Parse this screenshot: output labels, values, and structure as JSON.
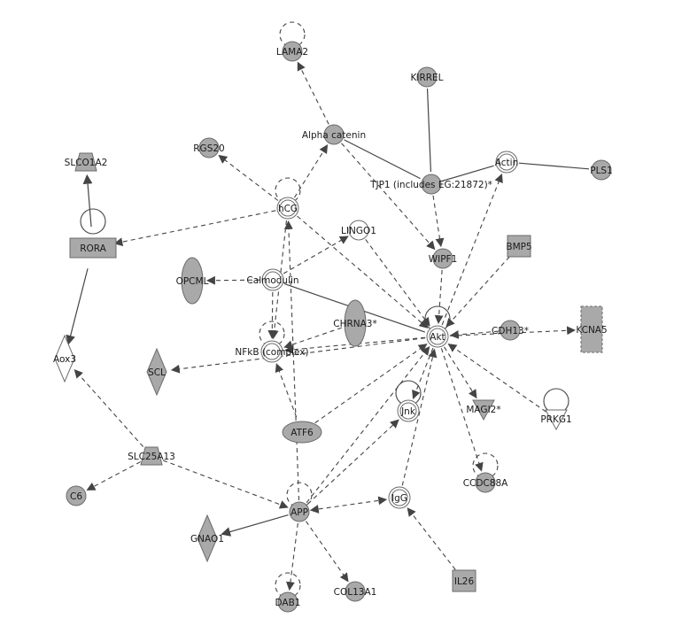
{
  "nodes": [
    {
      "id": "LAMA2",
      "label": "LAMA2",
      "shape": "circle",
      "fill": "#a9a9a9"
    },
    {
      "id": "KIRREL",
      "label": "KIRREL",
      "shape": "circle",
      "fill": "#a9a9a9"
    },
    {
      "id": "Alpha catenin",
      "label": "Alpha catenin",
      "shape": "circle",
      "fill": "#a9a9a9"
    },
    {
      "id": "RGS20",
      "label": "RGS20",
      "shape": "circle",
      "fill": "#a9a9a9"
    },
    {
      "id": "SLCO1A2",
      "label": "SLCO1A2",
      "shape": "trapezoid",
      "fill": "#a9a9a9"
    },
    {
      "id": "hCG",
      "label": "hCG",
      "shape": "double-circle",
      "fill": "#ffffff"
    },
    {
      "id": "TJP1",
      "label": "TJP1 (includes EG:21872)*",
      "shape": "circle",
      "fill": "#a9a9a9"
    },
    {
      "id": "Actin",
      "label": "Actin",
      "shape": "double-circle",
      "fill": "#ffffff"
    },
    {
      "id": "PLS1",
      "label": "PLS1",
      "shape": "circle",
      "fill": "#a9a9a9"
    },
    {
      "id": "RORA",
      "label": "RORA",
      "shape": "rect",
      "fill": "#a9a9a9"
    },
    {
      "id": "LINGO1",
      "label": "LINGO1",
      "shape": "circle",
      "fill": "#ffffff"
    },
    {
      "id": "BMP5",
      "label": "BMP5",
      "shape": "square",
      "fill": "#a9a9a9"
    },
    {
      "id": "WIPF1",
      "label": "WIPF1",
      "shape": "circle",
      "fill": "#a9a9a9"
    },
    {
      "id": "OPCML",
      "label": "OPCML",
      "shape": "ellipse-v",
      "fill": "#a9a9a9"
    },
    {
      "id": "Calmodulin",
      "label": "Calmodulin",
      "shape": "double-circle",
      "fill": "#ffffff"
    },
    {
      "id": "CHRNA3",
      "label": "CHRNA3*",
      "shape": "ellipse-v",
      "fill": "#a9a9a9"
    },
    {
      "id": "Akt",
      "label": "Akt",
      "shape": "double-circle",
      "fill": "#ffffff"
    },
    {
      "id": "CDH13",
      "label": "CDH13*",
      "shape": "circle",
      "fill": "#a9a9a9"
    },
    {
      "id": "KCNA5",
      "label": "KCNA5",
      "shape": "rect-v",
      "fill": "#a9a9a9"
    },
    {
      "id": "Aox3",
      "label": "Aox3",
      "shape": "diamond",
      "fill": "#ffffff"
    },
    {
      "id": "NFkB",
      "label": "NFkB (complex)",
      "shape": "double-circle",
      "fill": "#ffffff"
    },
    {
      "id": "SCL",
      "label": "SCL",
      "shape": "diamond",
      "fill": "#a9a9a9"
    },
    {
      "id": "Jnk",
      "label": "Jnk",
      "shape": "double-circle",
      "fill": "#ffffff"
    },
    {
      "id": "MAGI2",
      "label": "MAGI2*",
      "shape": "triangle-down",
      "fill": "#a9a9a9"
    },
    {
      "id": "PRKG1",
      "label": "PRKG1",
      "shape": "triangle-down",
      "fill": "#ffffff"
    },
    {
      "id": "ATF6",
      "label": "ATF6",
      "shape": "ellipse-h",
      "fill": "#a9a9a9"
    },
    {
      "id": "SLC25A13",
      "label": "SLC25A13",
      "shape": "trapezoid",
      "fill": "#a9a9a9"
    },
    {
      "id": "CCDC88A",
      "label": "CCDC88A",
      "shape": "circle",
      "fill": "#a9a9a9"
    },
    {
      "id": "C6",
      "label": "C6",
      "shape": "circle",
      "fill": "#a9a9a9"
    },
    {
      "id": "APP",
      "label": "APP",
      "shape": "circle",
      "fill": "#a9a9a9"
    },
    {
      "id": "IgG",
      "label": "IgG",
      "shape": "double-circle",
      "fill": "#ffffff"
    },
    {
      "id": "GNAO1",
      "label": "GNAO1",
      "shape": "diamond",
      "fill": "#a9a9a9"
    },
    {
      "id": "IL26",
      "label": "IL26",
      "shape": "square",
      "fill": "#a9a9a9"
    },
    {
      "id": "DAB1",
      "label": "DAB1",
      "shape": "circle",
      "fill": "#a9a9a9"
    },
    {
      "id": "COL13A1",
      "label": "COL13A1",
      "shape": "circle",
      "fill": "#a9a9a9"
    }
  ],
  "edges": [
    {
      "from": "Alpha catenin",
      "to": "LAMA2",
      "style": "dashed",
      "arrow": true
    },
    {
      "from": "KIRREL",
      "to": "TJP1",
      "style": "solid",
      "arrow": false
    },
    {
      "from": "Alpha catenin",
      "to": "TJP1",
      "style": "solid",
      "arrow": false
    },
    {
      "from": "Alpha catenin",
      "to": "WIPF1",
      "style": "dashed",
      "arrow": true
    },
    {
      "from": "TJP1",
      "to": "Actin",
      "style": "solid",
      "arrow": false
    },
    {
      "from": "Actin",
      "to": "PLS1",
      "style": "solid",
      "arrow": false
    },
    {
      "from": "TJP1",
      "to": "WIPF1",
      "style": "dashed",
      "arrow": true
    },
    {
      "from": "hCG",
      "to": "RGS20",
      "style": "dashed",
      "arrow": true
    },
    {
      "from": "hCG",
      "to": "Alpha catenin",
      "style": "dashed",
      "arrow": true
    },
    {
      "from": "hCG",
      "to": "RORA",
      "style": "dashed",
      "arrow": true
    },
    {
      "from": "hCG",
      "to": "NFkB",
      "style": "dashed",
      "arrow": true
    },
    {
      "from": "hCG",
      "to": "Akt",
      "style": "dashed",
      "arrow": true
    },
    {
      "from": "RORA",
      "to": "SLCO1A2",
      "style": "solid",
      "arrow": true
    },
    {
      "from": "RORA",
      "to": "Aox3",
      "style": "solid",
      "arrow": true
    },
    {
      "from": "Calmodulin",
      "to": "LINGO1",
      "style": "dashed",
      "arrow": true
    },
    {
      "from": "Calmodulin",
      "to": "OPCML",
      "style": "dashed",
      "arrow": true
    },
    {
      "from": "Calmodulin",
      "to": "NFkB",
      "style": "dashed",
      "arrow": true
    },
    {
      "from": "Calmodulin",
      "to": "Akt",
      "style": "solid",
      "arrow": false
    },
    {
      "from": "LINGO1",
      "to": "Akt",
      "style": "dashed",
      "arrow": true
    },
    {
      "from": "WIPF1",
      "to": "Akt",
      "style": "dashed",
      "arrow": true
    },
    {
      "from": "Akt",
      "to": "Actin",
      "style": "dashed",
      "arrow": true
    },
    {
      "from": "BMP5",
      "to": "Akt",
      "style": "dashed",
      "arrow": true
    },
    {
      "from": "CHRNA3",
      "to": "NFkB",
      "style": "dashed",
      "arrow": true
    },
    {
      "from": "CDH13",
      "to": "Akt",
      "style": "dashed",
      "arrow": true
    },
    {
      "from": "Akt",
      "to": "KCNA5",
      "style": "dashed",
      "arrow": true
    },
    {
      "from": "Akt",
      "to": "NFkB",
      "style": "dashed",
      "arrow": true
    },
    {
      "from": "Akt",
      "to": "SCL",
      "style": "dashed",
      "arrow": true
    },
    {
      "from": "Akt",
      "to": "Jnk",
      "style": "dashed",
      "arrow": true
    },
    {
      "from": "Akt",
      "to": "MAGI2",
      "style": "dashed",
      "arrow": true
    },
    {
      "from": "PRKG1",
      "to": "Akt",
      "style": "dashed",
      "arrow": true
    },
    {
      "from": "Akt",
      "to": "CCDC88A",
      "style": "dashed",
      "arrow": true
    },
    {
      "from": "ATF6",
      "to": "Akt",
      "style": "dashed",
      "arrow": true
    },
    {
      "from": "ATF6",
      "to": "NFkB",
      "style": "dashed",
      "arrow": true
    },
    {
      "from": "APP",
      "to": "Akt",
      "style": "dashed",
      "arrow": true
    },
    {
      "from": "APP",
      "to": "Jnk",
      "style": "dashed",
      "arrow": true
    },
    {
      "from": "IgG",
      "to": "Akt",
      "style": "dashed",
      "arrow": true
    },
    {
      "from": "SLC25A13",
      "to": "Aox3",
      "style": "dashed",
      "arrow": true
    },
    {
      "from": "SLC25A13",
      "to": "C6",
      "style": "dashed",
      "arrow": true
    },
    {
      "from": "SLC25A13",
      "to": "APP",
      "style": "dashed",
      "arrow": true
    },
    {
      "from": "APP",
      "to": "IgG",
      "style": "dashed",
      "arrow": true,
      "bidirectional": true
    },
    {
      "from": "APP",
      "to": "GNAO1",
      "style": "solid",
      "arrow": true
    },
    {
      "from": "APP",
      "to": "DAB1",
      "style": "dashed",
      "arrow": true
    },
    {
      "from": "APP",
      "to": "COL13A1",
      "style": "dashed",
      "arrow": true
    },
    {
      "from": "APP",
      "to": "hCG",
      "style": "dashed",
      "arrow": true
    },
    {
      "from": "IL26",
      "to": "IgG",
      "style": "dashed",
      "arrow": true
    }
  ],
  "self_loops": [
    {
      "node": "LAMA2",
      "style": "dashed"
    },
    {
      "node": "hCG",
      "style": "dashed"
    },
    {
      "node": "RORA",
      "style": "solid"
    },
    {
      "node": "NFkB",
      "style": "dashed"
    },
    {
      "node": "Akt",
      "style": "solid"
    },
    {
      "node": "Jnk",
      "style": "solid"
    },
    {
      "node": "PRKG1",
      "style": "solid"
    },
    {
      "node": "CCDC88A",
      "style": "dashed"
    },
    {
      "node": "APP",
      "style": "dashed"
    },
    {
      "node": "DAB1",
      "style": "dashed"
    }
  ],
  "colors": {
    "node_fill": "#a9a9a9",
    "node_stroke": "#6b6b6b",
    "edge": "#444444",
    "background": "#ffffff"
  }
}
